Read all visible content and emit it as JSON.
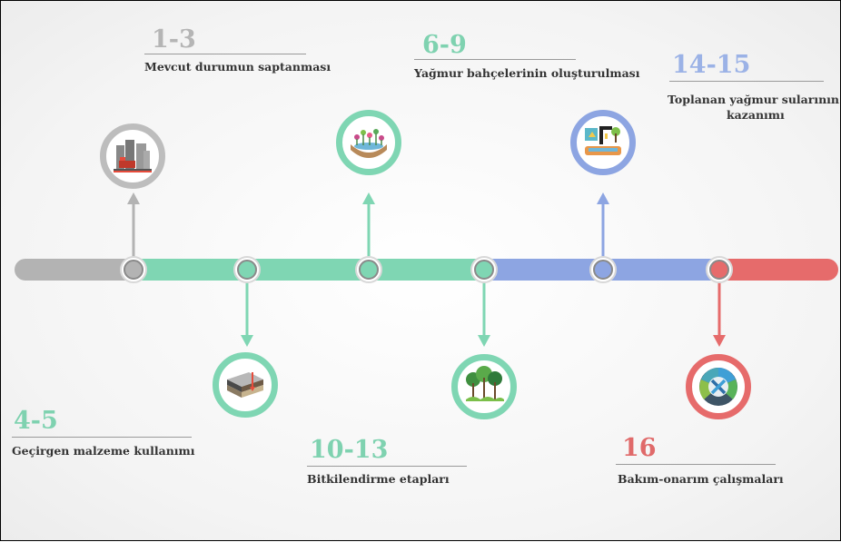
{
  "steps": [
    {
      "number": "1-3",
      "label": "Mevcut durumun saptanması",
      "icon": "city-buildings-icon"
    },
    {
      "number": "4-5",
      "label": "Geçirgen malzeme kullanımı",
      "icon": "permeable-layers-icon"
    },
    {
      "number": "6-9",
      "label": "Yağmur bahçelerinin oluşturulması",
      "icon": "rain-garden-icon"
    },
    {
      "number": "10-13",
      "label": "Bitkilendirme etapları",
      "icon": "trees-icon"
    },
    {
      "number": "14-15",
      "label_line1": "Toplanan yağmur sularının",
      "label_line2": "kazanımı",
      "icon": "water-harvest-icon"
    },
    {
      "number": "16",
      "label": "Bakım-onarım çalışmaları",
      "icon": "maintenance-tools-icon"
    }
  ],
  "colors": {
    "gray": "#b3b3b3",
    "green": "#7fd6b3",
    "blue": "#8da5e2",
    "red": "#e66b6b",
    "num_gray": "#b5b5b5",
    "num_green": "#7fd2b0",
    "num_blue": "#9bb2e6",
    "num_red": "#e06a6a"
  }
}
